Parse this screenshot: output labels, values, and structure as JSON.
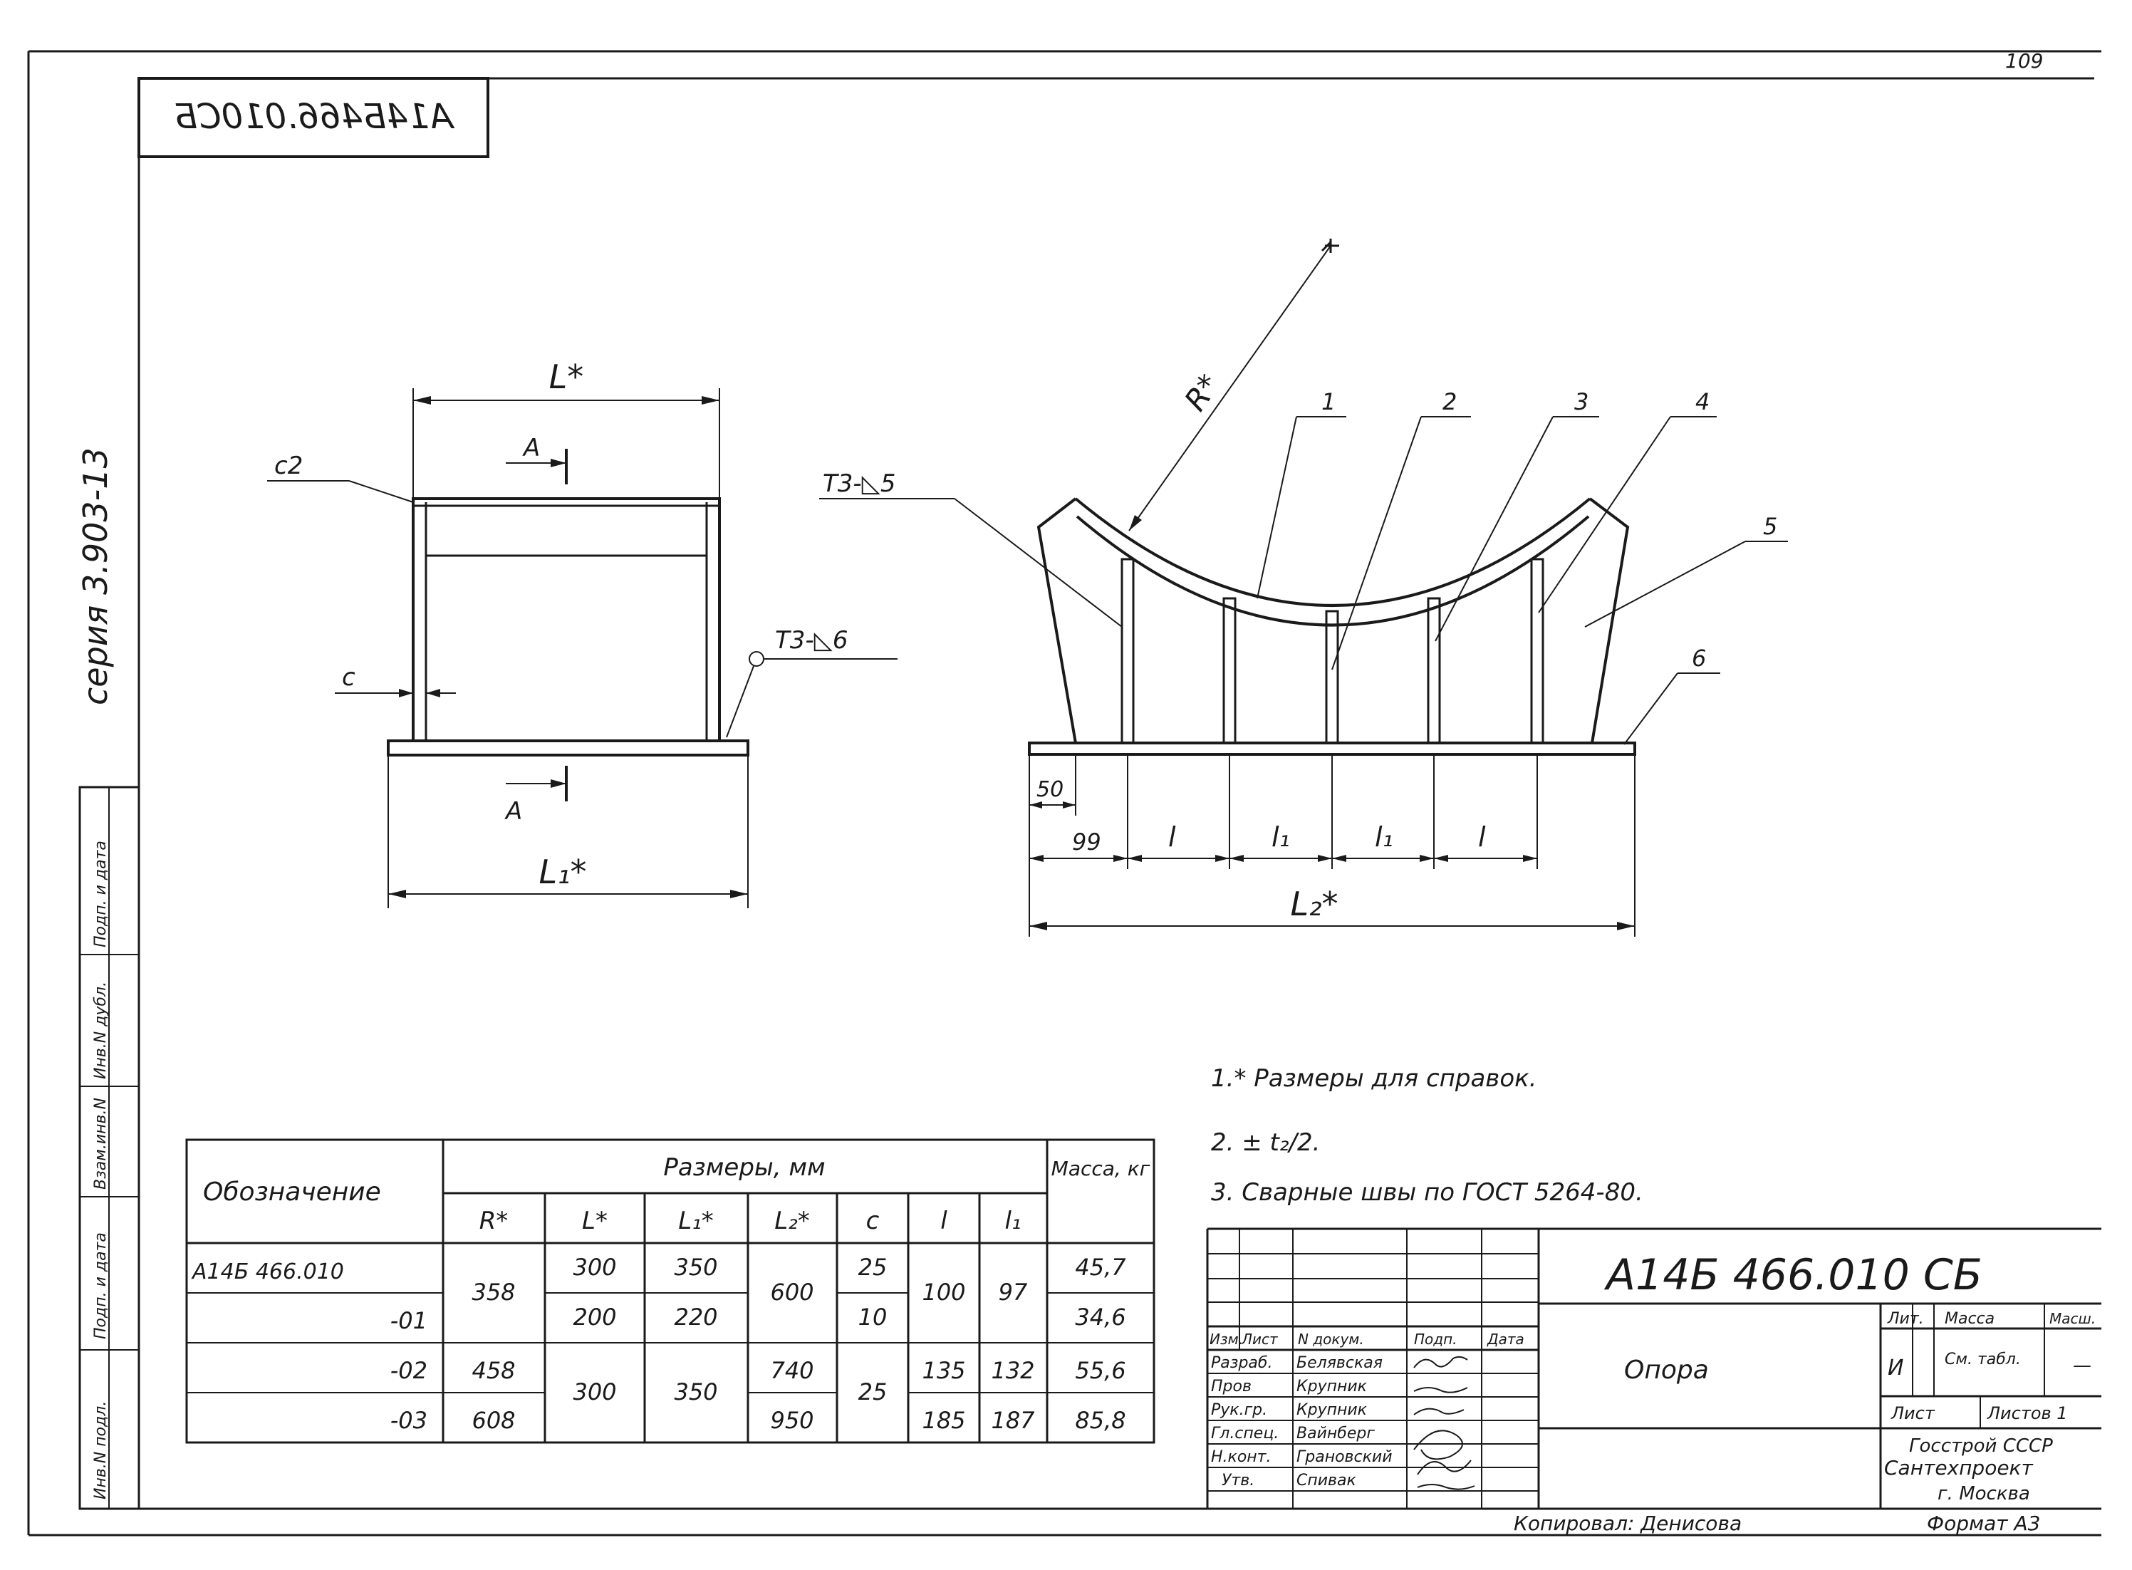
{
  "page": {
    "sheet_number": "109",
    "stamp_code": "А14Б466.010СБ",
    "series": "серия 3.903-13"
  },
  "side_columns": [
    "Инв.N подл.",
    "Подп. и дата",
    "Взам.инв.N",
    "Инв.N дубл.",
    "Подп. и дата"
  ],
  "view_left": {
    "dim_L": "L*",
    "dim_L1": "L₁*",
    "section": "A",
    "chamfer": "с2",
    "gap": "с",
    "weld": "Т3-◺6"
  },
  "view_right": {
    "radius": "R*",
    "weld": "Т3-◺5",
    "parts": [
      "1",
      "2",
      "3",
      "4",
      "5",
      "6"
    ],
    "dims": [
      "50",
      "99",
      "l",
      "l₁",
      "l₁",
      "l"
    ],
    "dim_L2": "L₂*"
  },
  "notes": [
    "1.* Размеры для справок.",
    "2. ± t₂/2.",
    "3. Сварные швы по ГОСТ 5264-80."
  ],
  "table": {
    "header_designation": "Обозначение",
    "header_sizes": "Размеры, мм",
    "header_mass": "Масса, кг",
    "columns": [
      "R*",
      "L*",
      "L₁*",
      "L₂*",
      "с",
      "l",
      "l₁"
    ],
    "rows": [
      [
        "А14Б 466.010",
        "358",
        "300",
        "350",
        "600",
        "25",
        "100",
        "97",
        "45,7"
      ],
      [
        "-01",
        "",
        "200",
        "220",
        "",
        "10",
        "",
        "",
        "34,6"
      ],
      [
        "-02",
        "458",
        "300",
        "350",
        "740",
        "25",
        "135",
        "132",
        "55,6"
      ],
      [
        "-03",
        "608",
        "",
        "",
        "950",
        "",
        "185",
        "187",
        "85,8"
      ]
    ]
  },
  "title_block": {
    "code": "А14Б 466.010 СБ",
    "name": "Опора",
    "col_headers": [
      "Изм.",
      "Лист",
      "N докум.",
      "Подп.",
      "Дата"
    ],
    "roles": [
      "Разраб.",
      "Пров",
      "Рук.гр.",
      "Гл.спец.",
      "Н.конт.",
      "Утв."
    ],
    "people": [
      "Белявская",
      "Крупник",
      "Крупник",
      "Вайнберг",
      "Грановский",
      "Спивак"
    ],
    "lit_header": "Лит.",
    "mass_header": "Масса",
    "scale_header": "Масш.",
    "lit_value": "И",
    "mass_value": "См. табл.",
    "scale_value": "—",
    "sheet_label": "Лист",
    "sheets_label": "Листов 1",
    "org_line1": "Госстрой СССР",
    "org_line2": "Сантехпроект",
    "org_line3": "г. Москва",
    "copied": "Копировал: Денисова",
    "format": "Формат А3"
  }
}
